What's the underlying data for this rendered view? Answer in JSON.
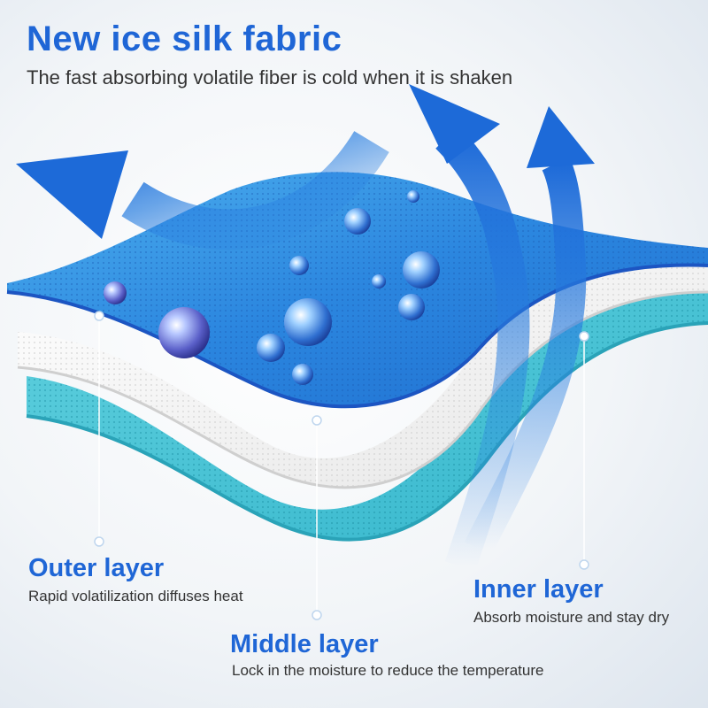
{
  "header": {
    "title": "New ice silk fabric",
    "subtitle": "The fast absorbing volatile fiber is cold when it is shaken"
  },
  "layers": {
    "outer": {
      "title": "Outer layer",
      "description": "Rapid volatilization diffuses heat"
    },
    "inner": {
      "title": "Inner layer",
      "description": "Absorb moisture and stay dry"
    },
    "middle": {
      "title": "Middle layer",
      "description": "Lock in the moisture to reduce the temperature"
    }
  },
  "colors": {
    "accent": "#1f66d6",
    "outer_layer": "#2f86e0",
    "middle_layer": "#f3f3f3",
    "inner_layer": "#3fbfd2",
    "text": "#333333"
  }
}
